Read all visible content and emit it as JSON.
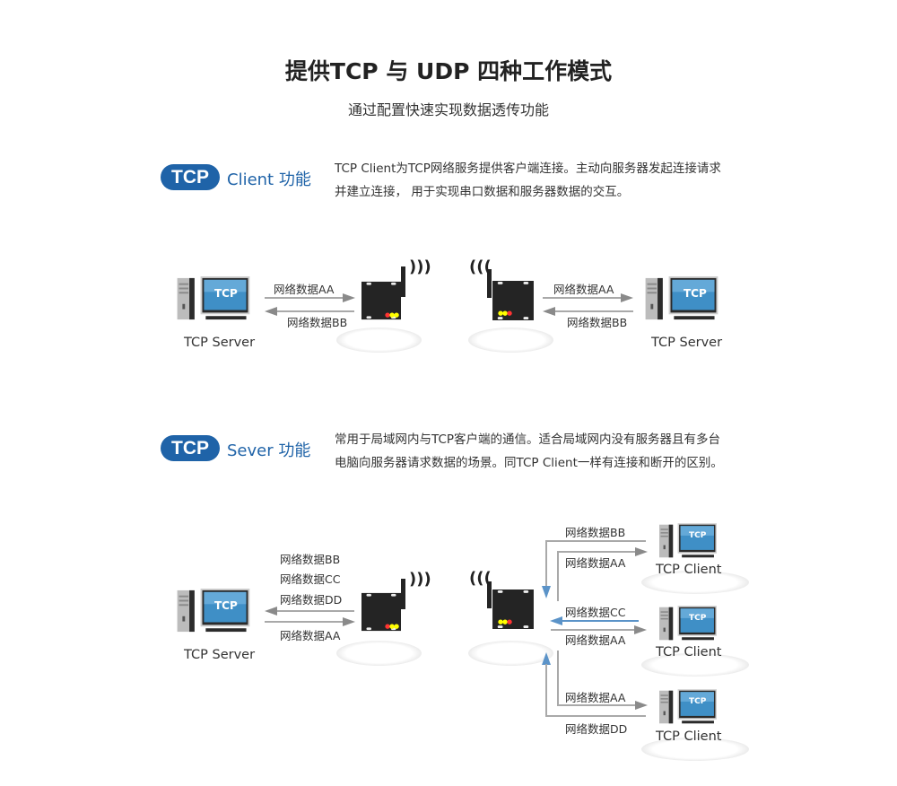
{
  "header": {
    "title": "提供TCP 与 UDP 四种工作模式",
    "subtitle": "通过配置快速实现数据透传功能"
  },
  "colors": {
    "brand_blue": "#1f63a8",
    "arrow_grey": "#a9a9a9",
    "arrow_blue": "#5b93c8"
  },
  "client_section": {
    "badge": "TCP",
    "badge_suffix": "Client 功能",
    "description_line1": "TCP Client为TCP网络服务提供客户端连接。主动向服务器发起连接请求",
    "description_line2": "并建立连接， 用于实现串口数据和服务器数据的交互。",
    "left": {
      "pc_screen": "TCP",
      "pc_label": "TCP Server",
      "arrow_right_label": "网络数据AA",
      "arrow_left_label": "网络数据BB"
    },
    "right": {
      "pc_screen": "TCP",
      "pc_label": "TCP Server",
      "arrow_left_label": "网络数据AA",
      "arrow_right_label": "网络数据BB"
    }
  },
  "server_section": {
    "badge": "TCP",
    "badge_suffix": "Sever 功能",
    "description_line1": "常用于局域网内与TCP客户端的通信。适合局域网内没有服务器且有多台",
    "description_line2": "电脑向服务器请求数据的场景。同TCP Client一样有连接和断开的区别。",
    "left": {
      "pc_screen": "TCP",
      "pc_label": "TCP Server",
      "labels_to_server": [
        "网络数据BB",
        "网络数据CC",
        "网络数据DD"
      ],
      "label_to_device": "网络数据AA"
    },
    "clients": [
      {
        "pc_screen": "TCP",
        "pc_label": "TCP Client",
        "to_device": "网络数据BB",
        "from_device": "网络数据AA"
      },
      {
        "pc_screen": "TCP",
        "pc_label": "TCP Client",
        "to_device": "网络数据CC",
        "from_device": "网络数据AA"
      },
      {
        "pc_screen": "TCP",
        "pc_label": "TCP Client",
        "from_device": "网络数据AA",
        "to_device": "网络数据DD"
      }
    ]
  }
}
